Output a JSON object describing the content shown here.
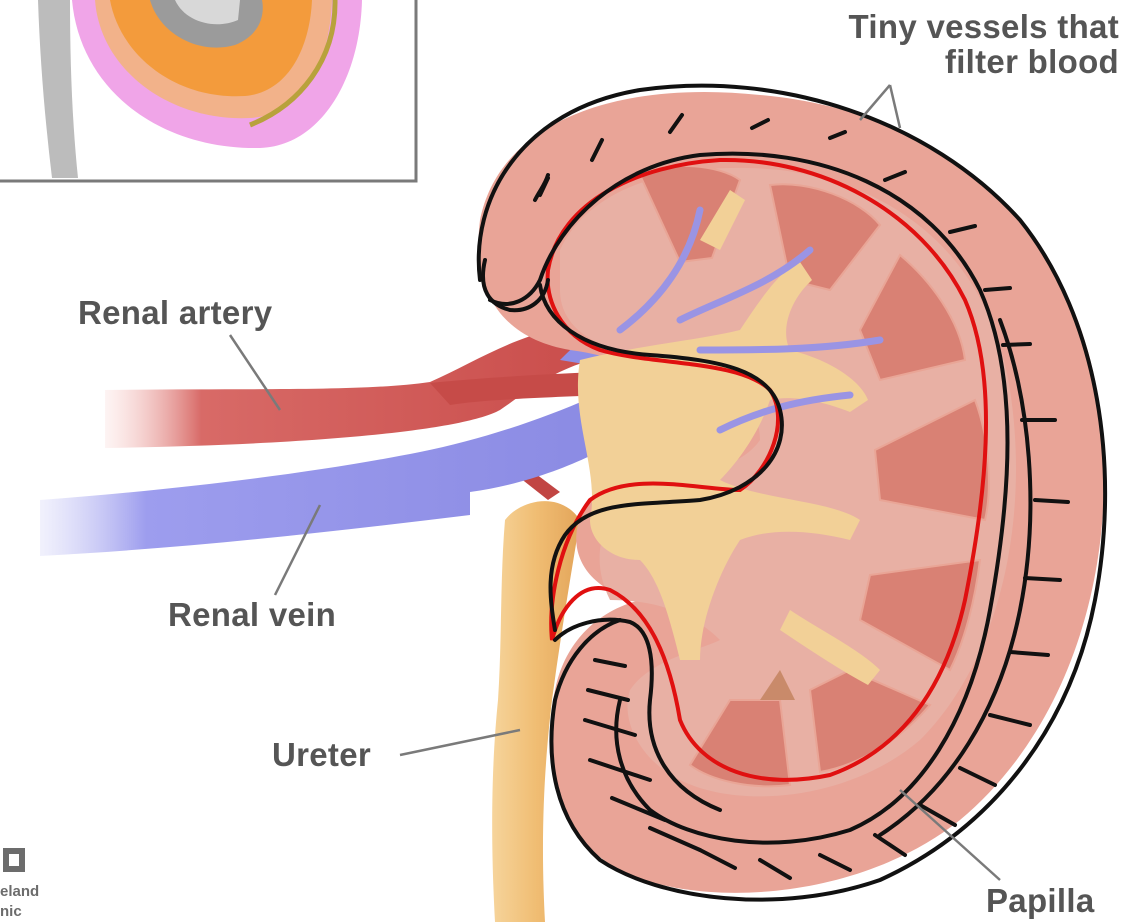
{
  "labels": {
    "tiny_vessels_line1": "Tiny vessels that",
    "tiny_vessels_line2": "filter blood",
    "renal_artery": "Renal artery",
    "renal_vein": "Renal vein",
    "ureter": "Ureter",
    "papilla": "Papilla"
  },
  "logo": {
    "line1": "eland",
    "line2": "nic"
  },
  "colors": {
    "artery": "#c9504f",
    "vein": "#8f8fe6",
    "ureter": "#f2c27a",
    "cortex": "#e8a79a",
    "medulla": "#d98478",
    "pelvis": "#f2d196",
    "annotation_black": "#111111",
    "annotation_red": "#e01010",
    "label_text": "#555555"
  }
}
